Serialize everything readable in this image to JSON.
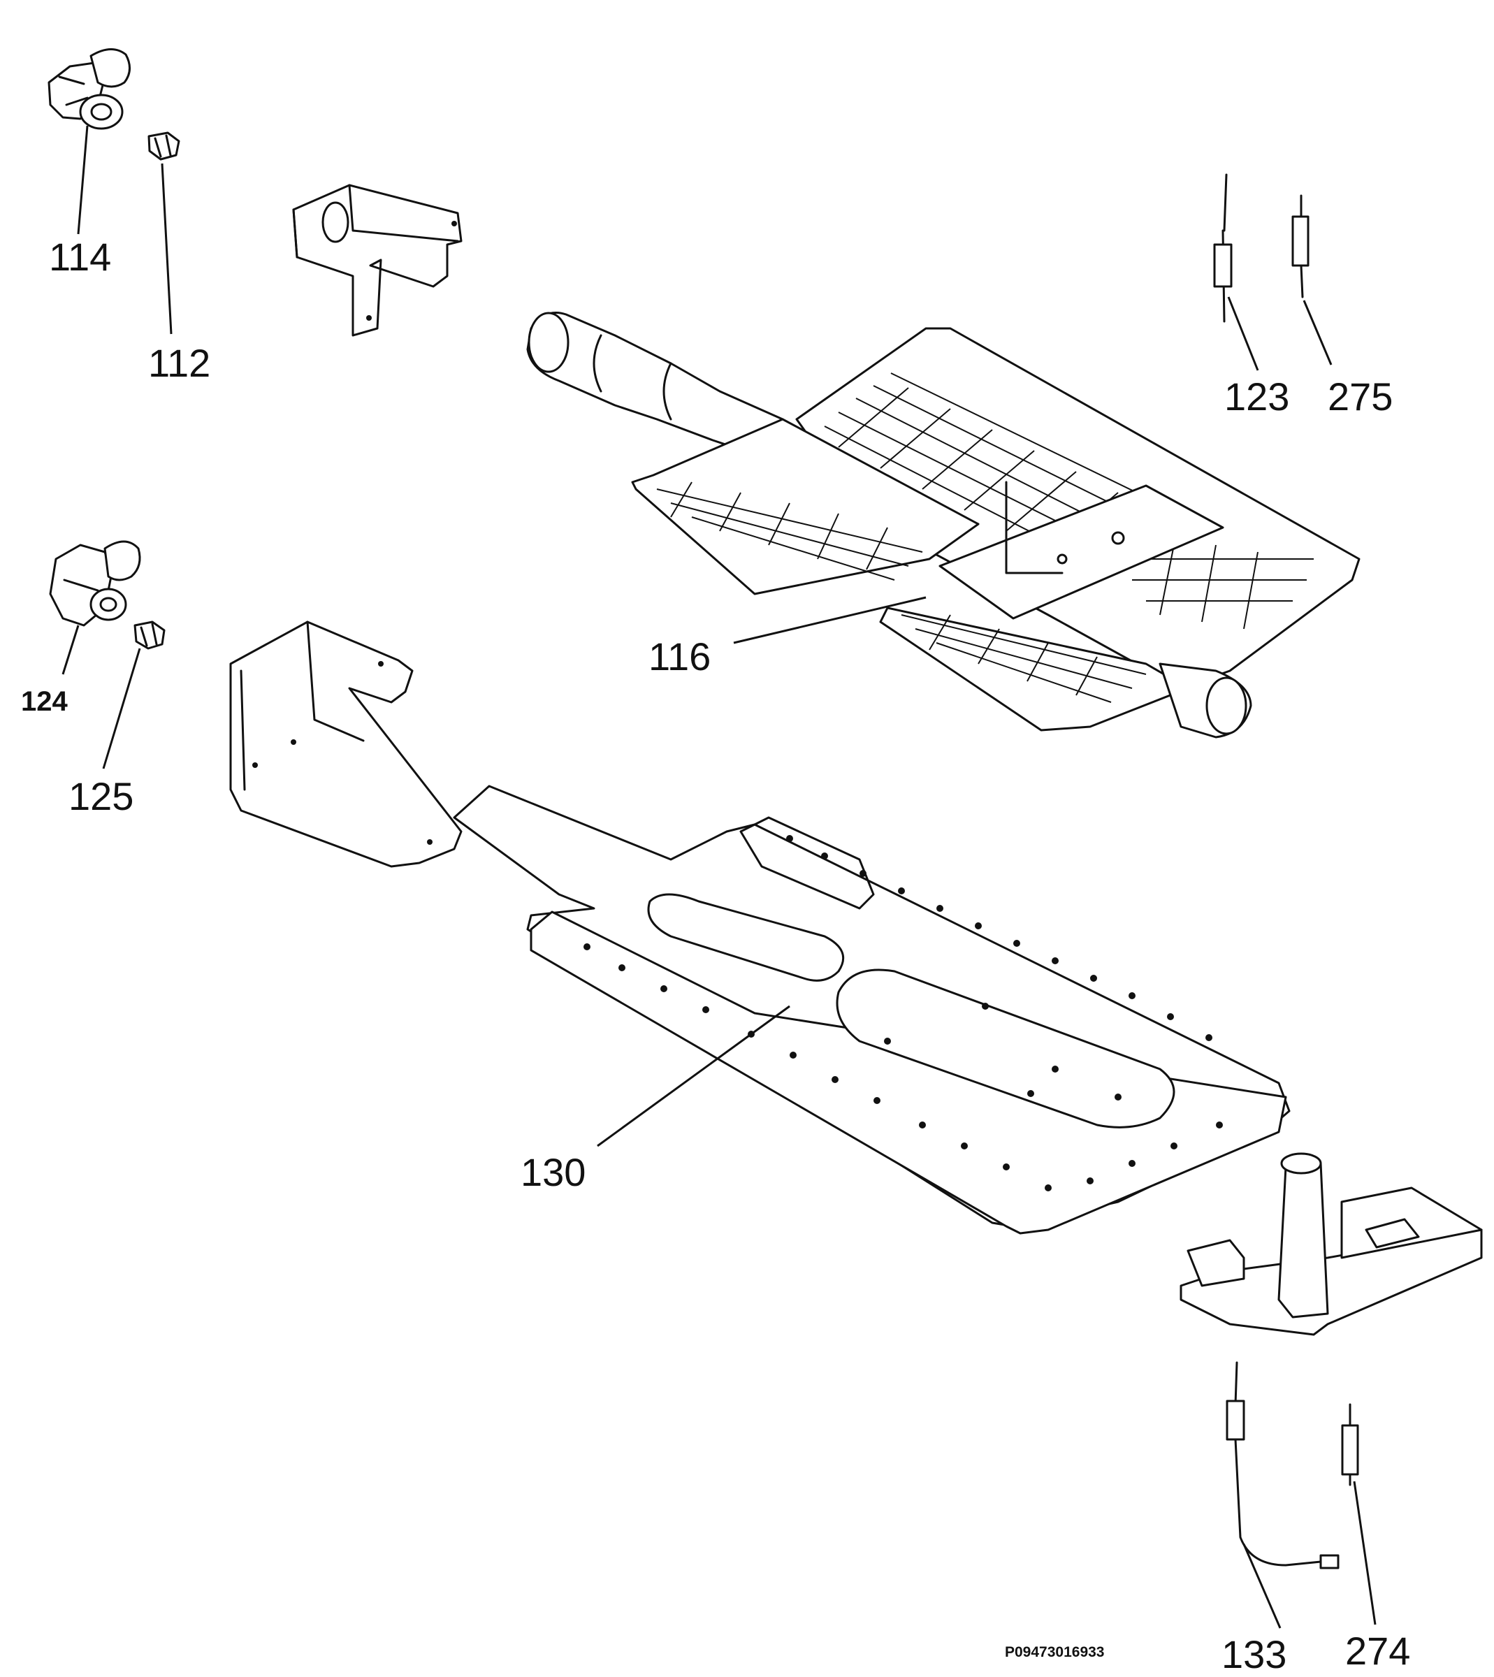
{
  "labels": {
    "p114": "114",
    "p112": "112",
    "p123": "123",
    "p275": "275",
    "p124": "124",
    "p125": "125",
    "p116": "116",
    "p130": "130",
    "p133": "133",
    "p274": "274"
  },
  "reference_code": "P09473016933"
}
